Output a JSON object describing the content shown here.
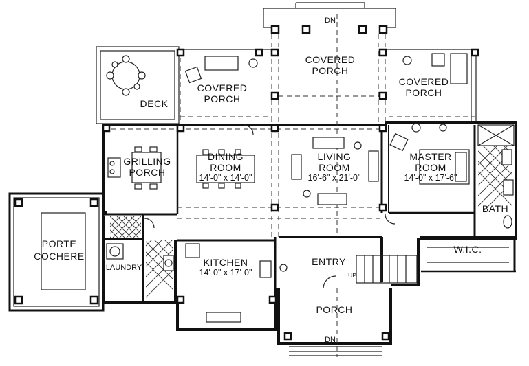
{
  "rooms": {
    "deck": "DECK",
    "covered_porch_west": [
      "COVERED",
      "PORCH"
    ],
    "covered_porch_north": [
      "COVERED",
      "PORCH"
    ],
    "covered_porch_east": [
      "COVERED",
      "PORCH"
    ],
    "grilling_porch": [
      "GRILLING",
      "PORCH"
    ],
    "dining_room": [
      "DINING",
      "ROOM"
    ],
    "dining_dim": "14'-0\" x 14'-0\"",
    "living_room": [
      "LIVING",
      "ROOM"
    ],
    "living_dim": "16'-6\" x 21'-0\"",
    "master_room": [
      "MASTER",
      "ROOM"
    ],
    "master_dim": "14'-0\" x 17'-6\"",
    "bath": "BATH",
    "wic": "W.I.C.",
    "porte_cochere": [
      "PORTE",
      "COCHERE"
    ],
    "laundry": "LAUNDRY",
    "kitchen": "KITCHEN",
    "kitchen_dim": "14'-0\" x 17'-0\"",
    "entry": "ENTRY",
    "porch": "PORCH"
  },
  "annotations": {
    "dn_top": "DN",
    "dn_bottom": "DN",
    "up": "UP"
  },
  "colors": {
    "ink": "#111111",
    "paper": "#ffffff"
  }
}
